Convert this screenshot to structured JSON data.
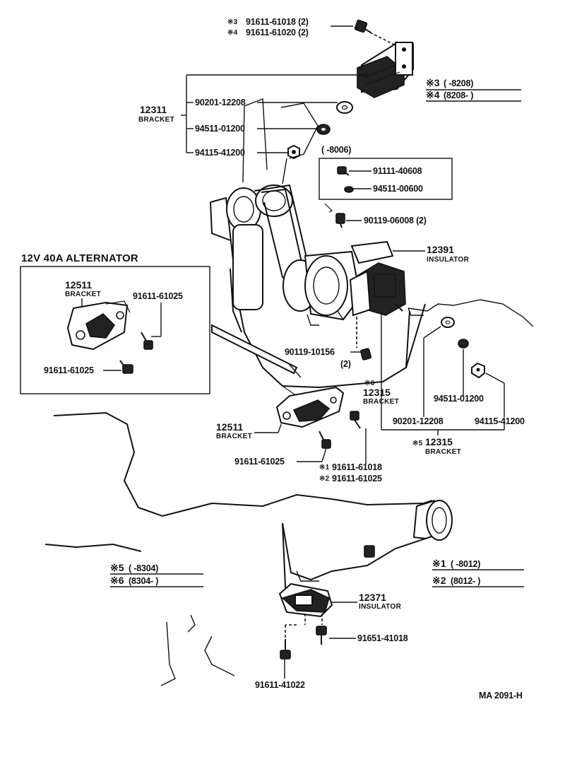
{
  "top_bolts": {
    "line1_mark": "※3",
    "line1_pn": "91611-61018 (2)",
    "line2_mark": "※4",
    "line2_pn": "91611-61020 (2)"
  },
  "top_notes": {
    "n3_mark": "※3",
    "n3_range": "(        -8208)",
    "n4_mark": "※4",
    "n4_range": "(8208-        )"
  },
  "bracket_group": {
    "number": "12311",
    "label": "BRACKET",
    "parts": [
      "90201-12208",
      "94511-01200",
      "94115-41200"
    ]
  },
  "box_8006": {
    "range": "(        -8006)",
    "parts": [
      "91111-40608",
      "94511-00600"
    ]
  },
  "bolt_90119_06008": "90119-06008 (2)",
  "insulator_12391": {
    "number": "12391",
    "label": "INSULATOR"
  },
  "alternator_box": {
    "title": "12V 40A ALTERNATOR",
    "bracket_number": "12511",
    "bracket_label": "BRACKET",
    "bolt_a": "91611-61025",
    "bolt_b": "91611-61025"
  },
  "bolt_90119_10156": {
    "pn": "90119-10156",
    "qty": "(2)"
  },
  "bracket_12315_left": {
    "mark": "※6",
    "number": "12315",
    "label": "BRACKET"
  },
  "right_parts": {
    "washer": "90201-12208",
    "spring_washer": "94511-01200",
    "nut": "94115-41200",
    "bracket_mark": "※5",
    "bracket_number": "12315",
    "bracket_label": "BRACKET"
  },
  "lower_bracket": {
    "number": "12511",
    "label": "BRACKET",
    "bolt": "91611-61025",
    "bolt1_mark": "※1",
    "bolt1_pn": "91611-61018",
    "bolt2_mark": "※2",
    "bolt2_pn": "91611-61025"
  },
  "notes_left": {
    "n5_mark": "※5",
    "n5_range": "(        -8304)",
    "n6_mark": "※6",
    "n6_range": "(8304-        )"
  },
  "notes_right": {
    "n1_mark": "※1",
    "n1_range": "(        -8012)",
    "n2_mark": "※2",
    "n2_range": "(8012-        )"
  },
  "rear_mount": {
    "insulator_number": "12371",
    "insulator_label": "INSULATOR",
    "bolt_right": "91651-41018",
    "bolt_bottom": "91611-41022"
  },
  "diagram_code": "MA 2091-H"
}
